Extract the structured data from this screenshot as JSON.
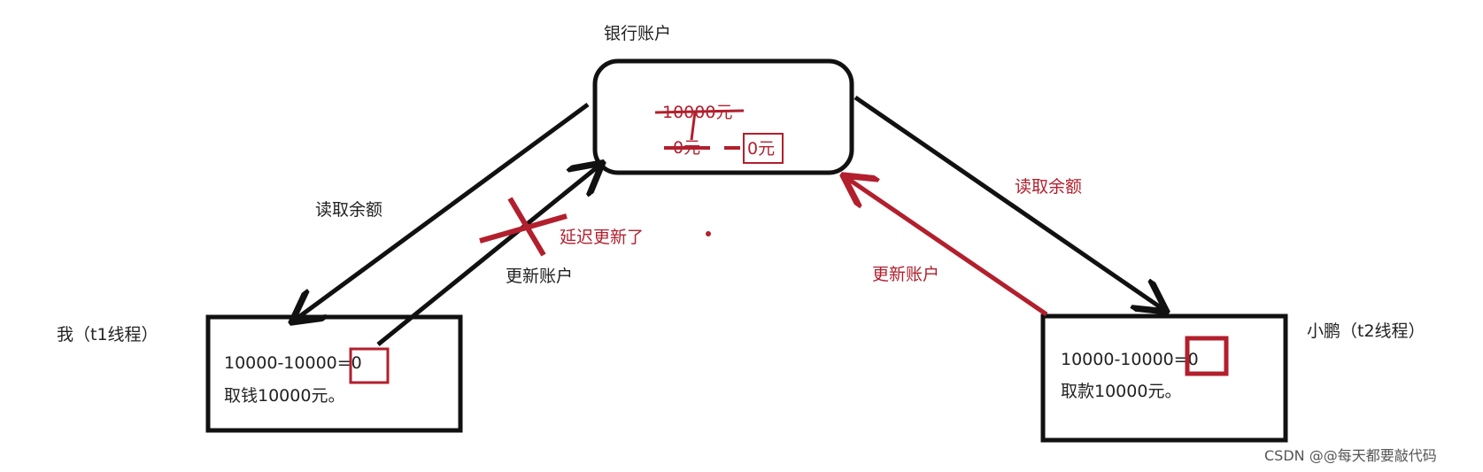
{
  "bank": {
    "title": "银行账户",
    "old_balance": "10000元",
    "struck_balance": "0元",
    "new_balance": "0元"
  },
  "me": {
    "title": "我（t1线程）",
    "equation": "10000-10000=0",
    "action": "取钱10000元。"
  },
  "xiaopeng": {
    "title": "小鹏（t2线程）",
    "equation": "10000-10000=0",
    "action": "取款10000元。"
  },
  "edges": {
    "read_left": "读取余额",
    "update_left": "更新账户",
    "delay_note": "延迟更新了",
    "read_right": "读取余额",
    "update_right": "更新账户"
  },
  "watermark": "CSDN @@每天都要敲代码",
  "colors": {
    "ink": "#111111",
    "accent": "#b21f2d"
  }
}
